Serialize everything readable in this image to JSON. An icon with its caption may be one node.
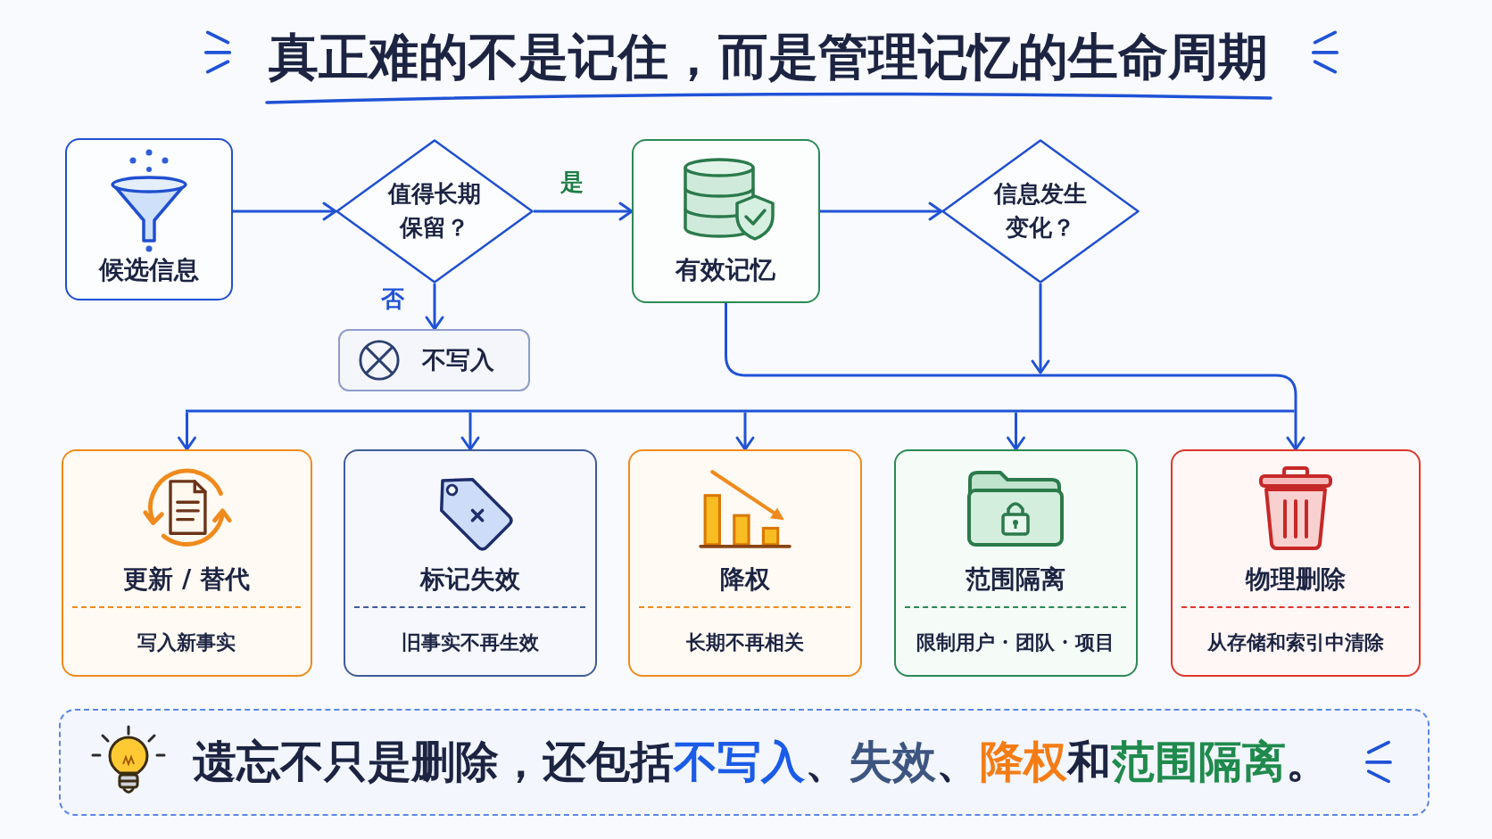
{
  "diagram": {
    "title": "真正难的不是记住，而是管理记忆的生命周期",
    "nodes": [
      {
        "text": [
          "候选信息"
        ]
      },
      {
        "text": [
          "值得长期保留？"
        ]
      },
      {
        "text": [
          "有效记忆"
        ]
      },
      {
        "text": [
          "信息发生变化？"
        ]
      },
      {
        "text": [
          "不写入"
        ]
      },
      {
        "text": [
          "更新 / 替代",
          "写入新事实"
        ]
      },
      {
        "text": [
          "标记失效",
          "旧事实不再生效"
        ]
      },
      {
        "text": [
          "降权",
          "长期不再相关"
        ]
      },
      {
        "text": [
          "范围隔离",
          "限制用户 · 团队 · 项目"
        ]
      },
      {
        "text": [
          "物理删除",
          "从存储和索引中清除"
        ]
      },
      {
        "text": [
          "遗忘不只是删除，还包括**不写入**、**失效**、**降权**和**范围隔离**。"
        ]
      }
    ],
    "edges": [
      {
        "from": 0,
        "to": 1,
        "arrow": "to"
      },
      {
        "from": 1,
        "to": 2,
        "arrow": "to",
        "label": "是"
      },
      {
        "from": 1,
        "to": 4,
        "arrow": "to",
        "label": "否"
      },
      {
        "from": 2,
        "to": 3,
        "arrow": "to"
      },
      {
        "from": 2,
        "to": 5,
        "arrow": "to"
      },
      {
        "from": 2,
        "to": 6,
        "arrow": "to"
      },
      {
        "from": 2,
        "to": 7,
        "arrow": "to"
      },
      {
        "from": 2,
        "to": 8,
        "arrow": "to"
      },
      {
        "from": 2,
        "to": 9,
        "arrow": "to"
      },
      {
        "from": 3,
        "to": 5,
        "arrow": "to"
      },
      {
        "from": 3,
        "to": 6,
        "arrow": "to"
      },
      {
        "from": 3,
        "to": 7,
        "arrow": "to"
      },
      {
        "from": 3,
        "to": 8,
        "arrow": "to"
      },
      {
        "from": 3,
        "to": 9,
        "arrow": "to"
      }
    ]
  }
}
